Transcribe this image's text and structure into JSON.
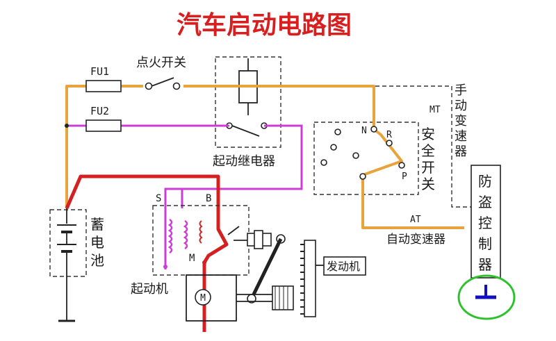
{
  "title": "汽车启动电路图",
  "labels": {
    "fu1": "FU1",
    "fu2": "FU2",
    "ignition_switch": "点火开关",
    "start_relay": "起动继电器",
    "manual_transmission": "手动变速器",
    "mt": "MT",
    "neutral": "N",
    "reverse": "R",
    "park": "P",
    "safety_switch": "安全开关",
    "at": "AT",
    "auto_transmission": "自动变速器",
    "anti_theft": "防盗控制器",
    "battery": "蓄电池",
    "starter_motor": "起动机",
    "terminal_s": "S",
    "terminal_b": "B",
    "terminal_m": "M",
    "engine": "发动机",
    "motor_symbol": "M"
  },
  "colors": {
    "title": "#d81e1e",
    "wire_orange": "#e8a33a",
    "wire_magenta": "#cc3cd6",
    "wire_red": "#d42020",
    "ground_blue": "#1010c0",
    "highlight_circle": "#2dc22d"
  }
}
